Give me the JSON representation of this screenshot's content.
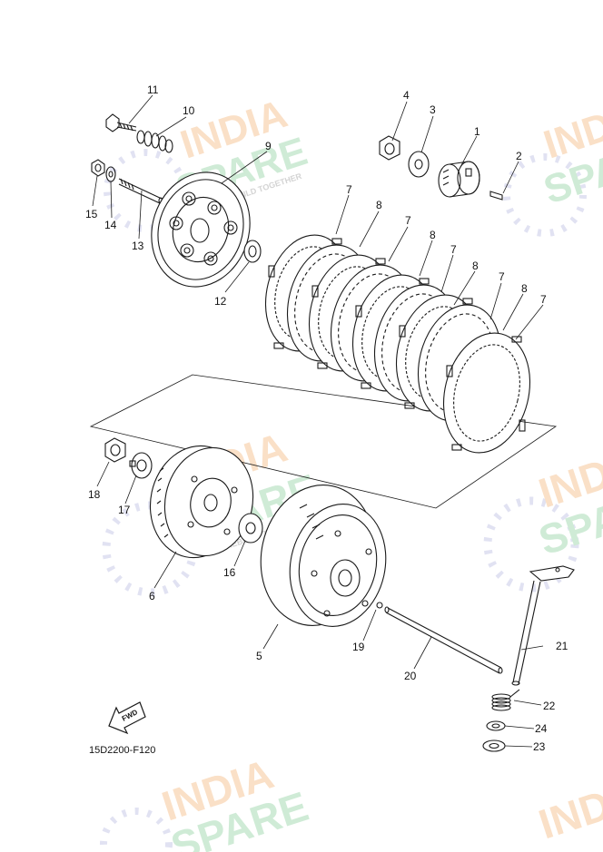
{
  "diagram": {
    "part_code": "15D2200-F120",
    "fwd_label": "FWD",
    "callouts": [
      "1",
      "2",
      "3",
      "4",
      "5",
      "6",
      "7",
      "8",
      "9",
      "10",
      "11",
      "12",
      "13",
      "14",
      "15",
      "16",
      "17",
      "18",
      "19",
      "20",
      "21",
      "22",
      "23",
      "24"
    ],
    "repeated": {
      "seven": "7",
      "eight": "8"
    }
  },
  "watermark": {
    "line1": "INDIA",
    "line2": "SPARE",
    "tagline": "REBUILD TOGETHER",
    "colors": {
      "india": "#f6c79a",
      "spare": "#a9dcb6",
      "tagline": "#b0b0b0",
      "icon": "#c9cbe8"
    }
  },
  "colors": {
    "line": "#1a1a1a",
    "background": "#ffffff"
  }
}
